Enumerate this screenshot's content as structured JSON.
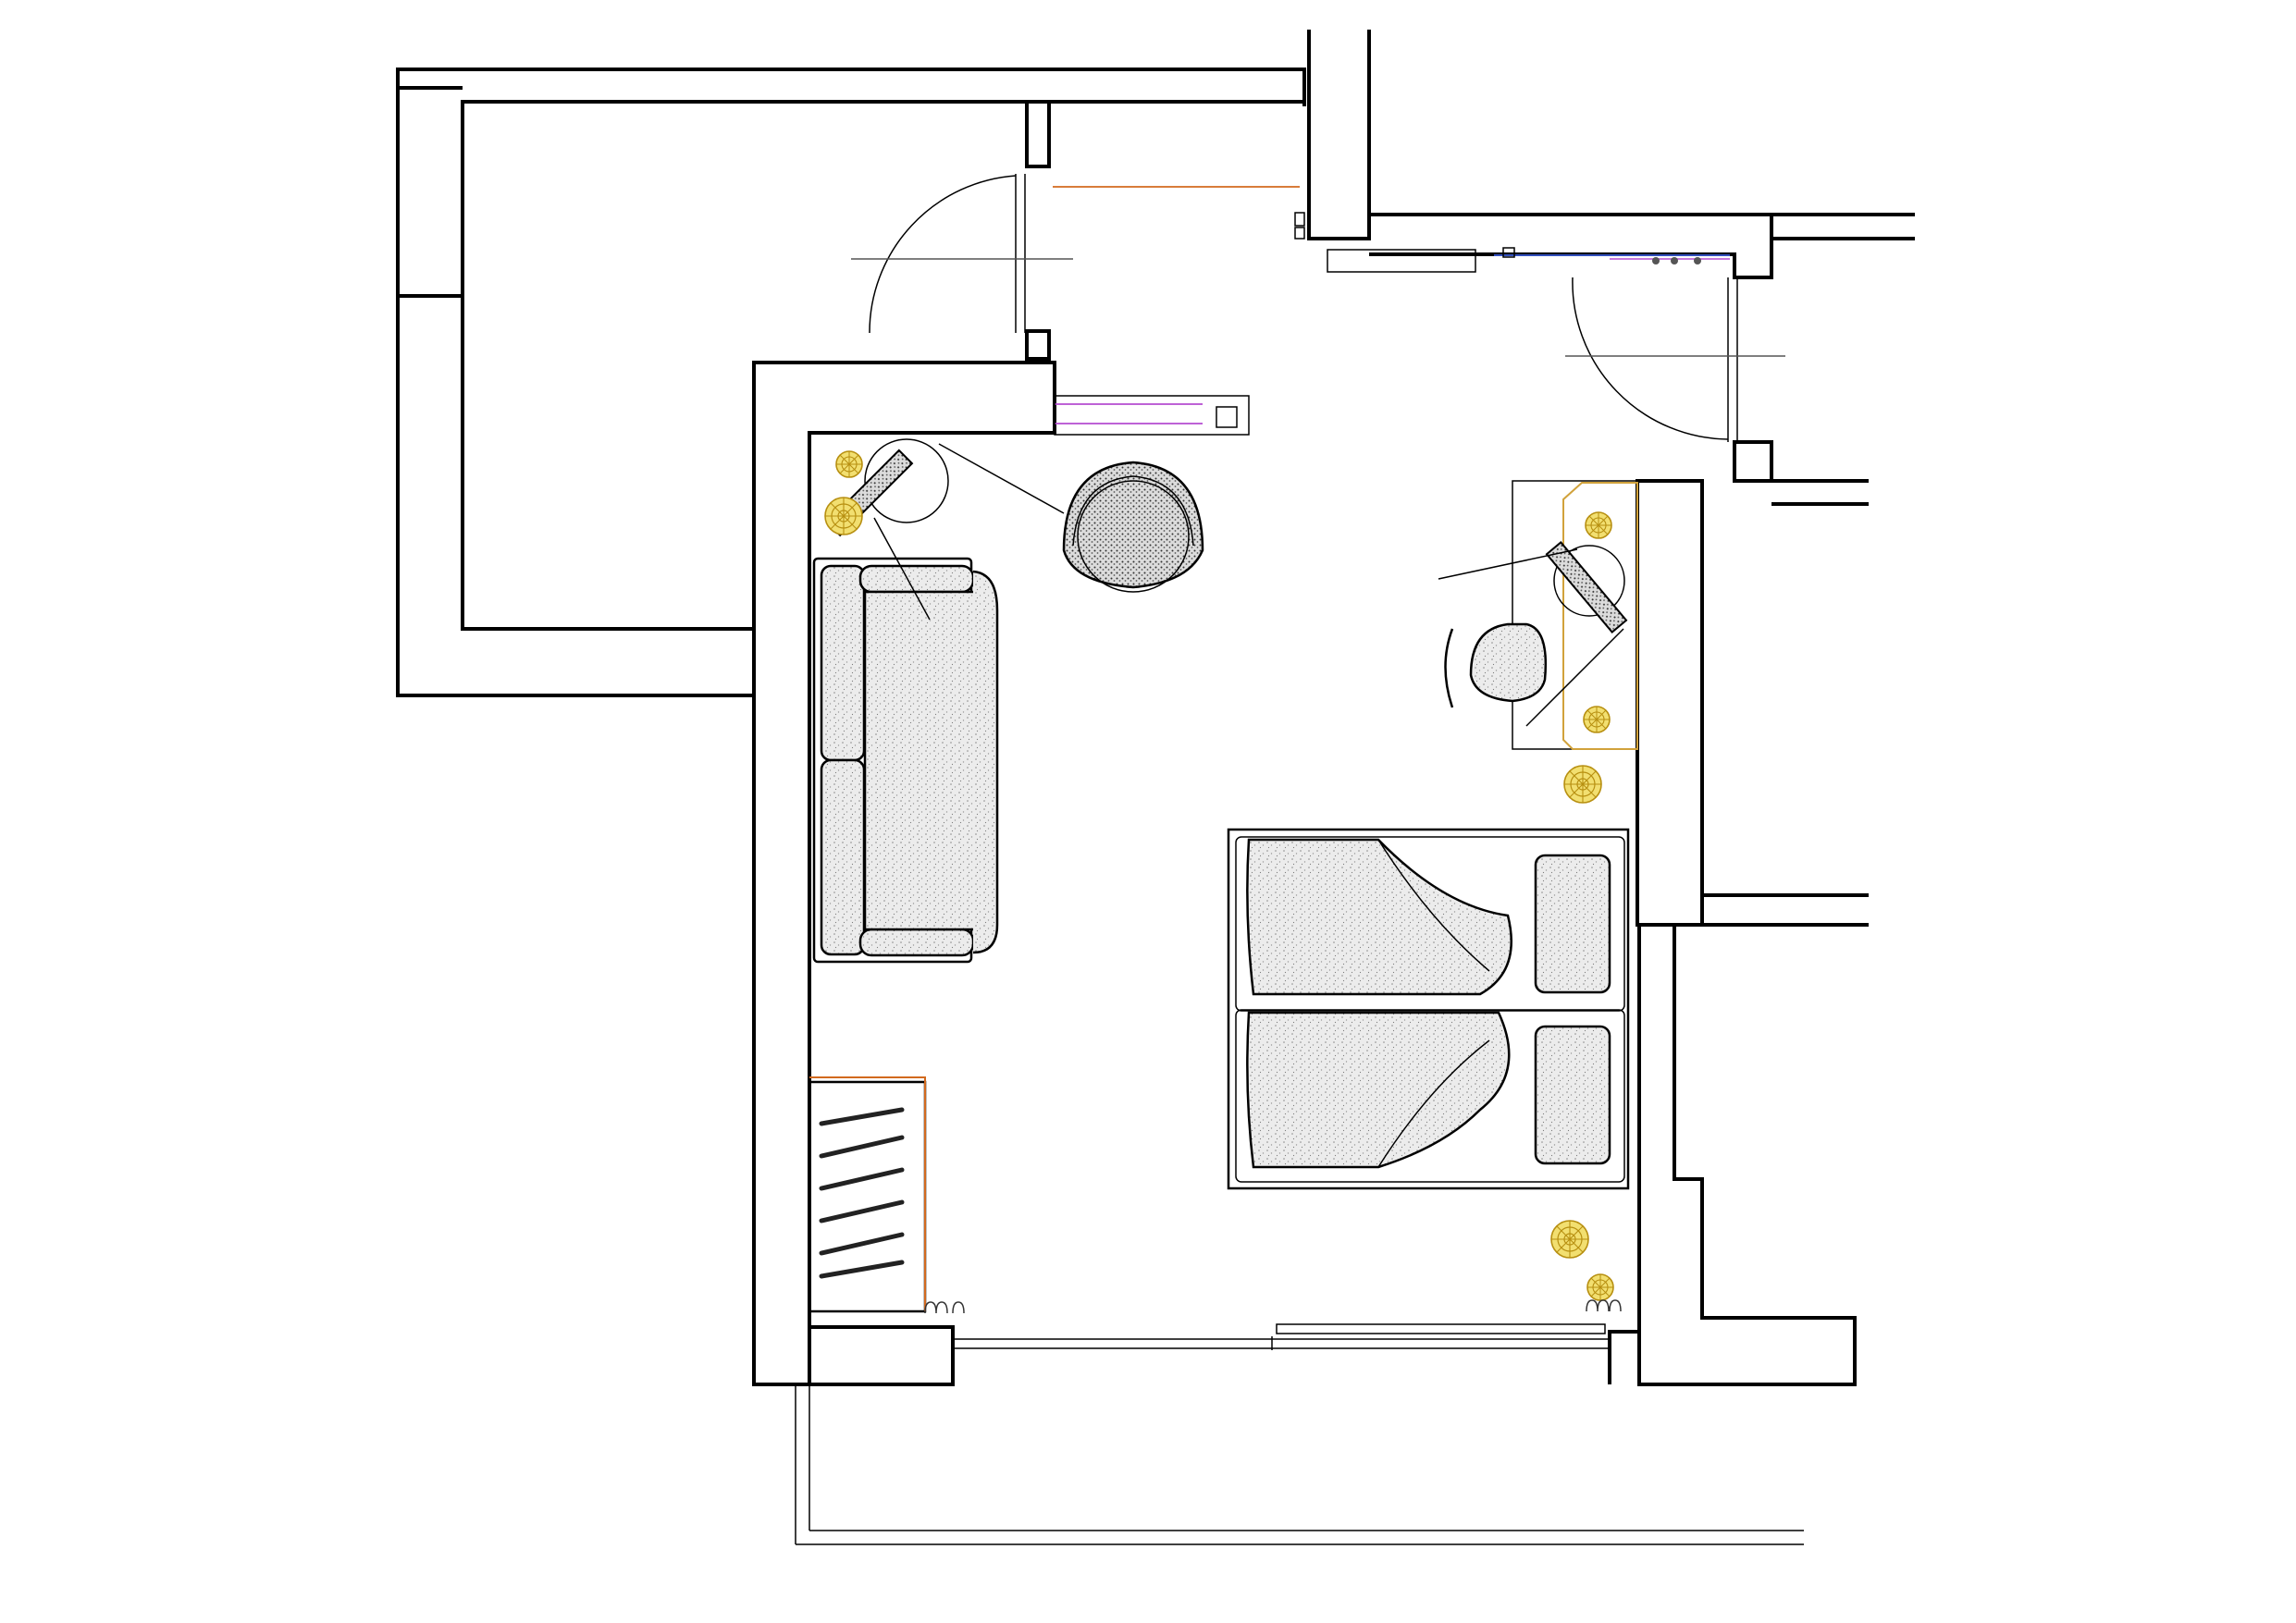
{
  "colors": {
    "background": "#ffffff",
    "wall": "#000000",
    "fabric": "#e9e9e9",
    "plant": "#f2df70",
    "plant_outline": "#b78f10",
    "pipe_orange": "#d2691e",
    "pipe_purple": "#b44bd1",
    "pipe_blue": "#3a5bd9",
    "furniture_outline_gold": "#d1a23b"
  },
  "furniture": {
    "sofa": "sofa",
    "double_bed": "double-bed",
    "armchair": "armchair",
    "desk": "desk",
    "desk_chair": "desk-chair",
    "wardrobe": "wardrobe",
    "floor_lamps": "floor-lamp",
    "plants": "potted-plant",
    "doors": "swing-door",
    "balcony_window": "sliding-window"
  },
  "icons": {
    "lamp": "floor-lamp-icon",
    "plant": "plant-icon",
    "hanger": "hanger-icon"
  }
}
